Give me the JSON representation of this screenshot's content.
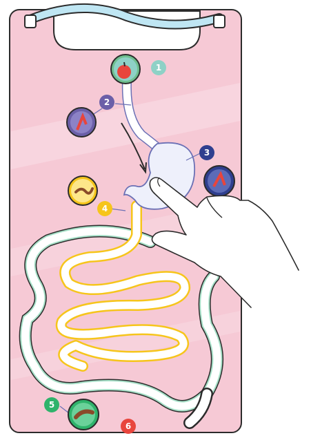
{
  "steps": [
    {
      "number": "1",
      "color": "#8ed1c6",
      "icon": "apple-icon"
    },
    {
      "number": "2",
      "color": "#6b5fa8",
      "icon": "chewed-food-icon"
    },
    {
      "number": "3",
      "color": "#2f3f8f",
      "icon": "stomach-food-icon"
    },
    {
      "number": "4",
      "color": "#f6c51b",
      "icon": "digested-food-icon"
    },
    {
      "number": "5",
      "color": "#2fb36b",
      "icon": "waste-icon"
    },
    {
      "number": "6",
      "color": "#e8453c",
      "icon": "exit-icon"
    }
  ],
  "colors": {
    "board": "#f6c9d5",
    "board_stripe": "#f9d8e1",
    "esophagus": "#ffffff",
    "stomach": "#eef0fb",
    "small_intestine": "#f6c51b",
    "large_intestine": "#a7e0c8",
    "handle": "#bfe6f3",
    "outline": "#2b2b2b"
  }
}
